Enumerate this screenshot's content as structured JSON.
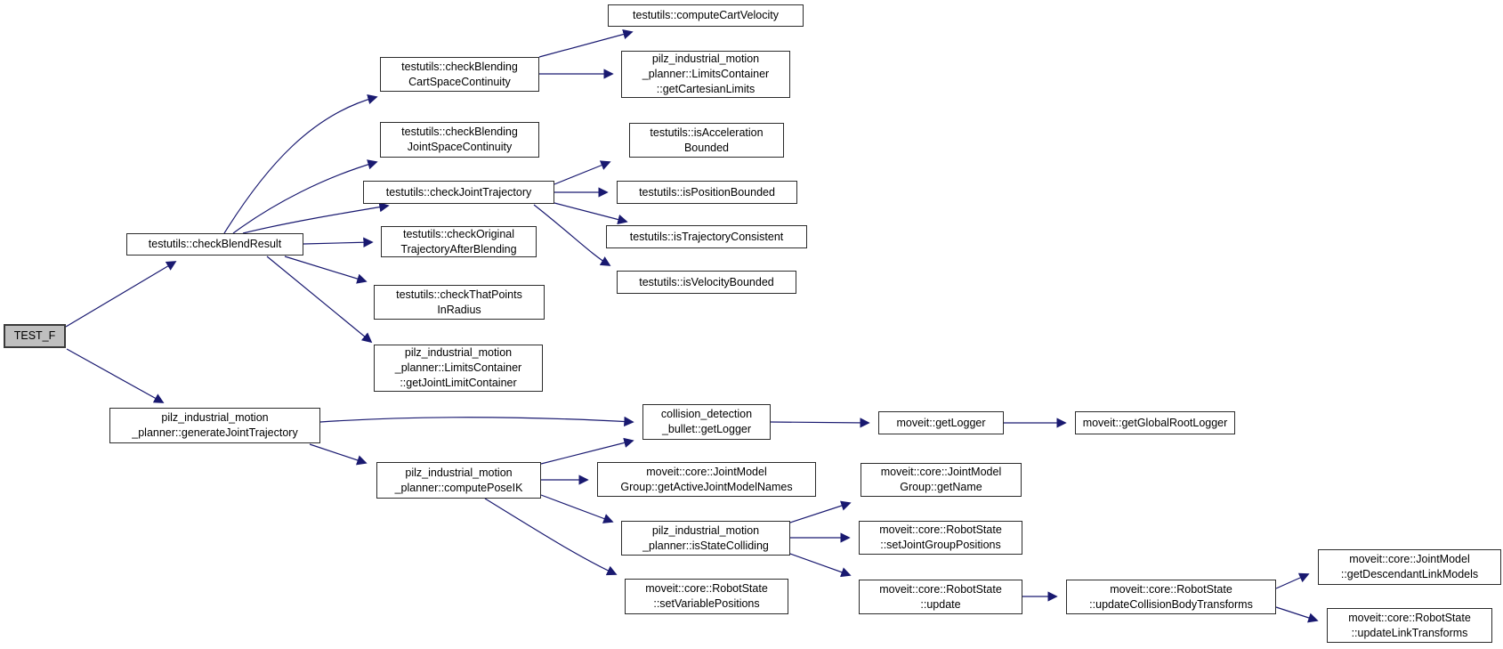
{
  "diagram": {
    "type": "call-graph",
    "edge_color": "#191970",
    "node_border_color": "#2b2b2b",
    "current_node_fill": "#bfbfbf",
    "nodes": [
      {
        "id": "test_f",
        "label": "TEST_F",
        "kind": "current"
      },
      {
        "id": "check_blend_result",
        "label": "testutils::checkBlendResult",
        "kind": "call"
      },
      {
        "id": "check_blending_cart_space_continuity",
        "label": "testutils::checkBlending\nCartSpaceContinuity",
        "kind": "call"
      },
      {
        "id": "check_blending_joint_space_continuity",
        "label": "testutils::checkBlending\nJointSpaceContinuity",
        "kind": "call"
      },
      {
        "id": "check_joint_trajectory",
        "label": "testutils::checkJointTrajectory",
        "kind": "call"
      },
      {
        "id": "check_original_trajectory_after_blending",
        "label": "testutils::checkOriginal\nTrajectoryAfterBlending",
        "kind": "call"
      },
      {
        "id": "check_that_points_in_radius",
        "label": "testutils::checkThatPoints\nInRadius",
        "kind": "call"
      },
      {
        "id": "get_joint_limit_container",
        "label": "pilz_industrial_motion\n_planner::LimitsContainer\n::getJointLimitContainer",
        "kind": "call"
      },
      {
        "id": "compute_cart_velocity",
        "label": "testutils::computeCartVelocity",
        "kind": "call"
      },
      {
        "id": "get_cartesian_limits",
        "label": "pilz_industrial_motion\n_planner::LimitsContainer\n::getCartesianLimits",
        "kind": "call"
      },
      {
        "id": "is_acceleration_bounded",
        "label": "testutils::isAcceleration\nBounded",
        "kind": "call"
      },
      {
        "id": "is_position_bounded",
        "label": "testutils::isPositionBounded",
        "kind": "call"
      },
      {
        "id": "is_trajectory_consistent",
        "label": "testutils::isTrajectoryConsistent",
        "kind": "call"
      },
      {
        "id": "is_velocity_bounded",
        "label": "testutils::isVelocityBounded",
        "kind": "call"
      },
      {
        "id": "generate_joint_trajectory",
        "label": "pilz_industrial_motion\n_planner::generateJointTrajectory",
        "kind": "call"
      },
      {
        "id": "collision_detection_bullet_get_logger",
        "label": "collision_detection\n_bullet::getLogger",
        "kind": "call"
      },
      {
        "id": "moveit_get_logger",
        "label": "moveit::getLogger",
        "kind": "call"
      },
      {
        "id": "moveit_get_global_root_logger",
        "label": "moveit::getGlobalRootLogger",
        "kind": "call"
      },
      {
        "id": "compute_pose_ik",
        "label": "pilz_industrial_motion\n_planner::computePoseIK",
        "kind": "call"
      },
      {
        "id": "get_active_joint_model_names",
        "label": "moveit::core::JointModel\nGroup::getActiveJointModelNames",
        "kind": "call"
      },
      {
        "id": "joint_model_group_get_name",
        "label": "moveit::core::JointModel\nGroup::getName",
        "kind": "call"
      },
      {
        "id": "is_state_colliding",
        "label": "pilz_industrial_motion\n_planner::isStateColliding",
        "kind": "call"
      },
      {
        "id": "set_joint_group_positions",
        "label": "moveit::core::RobotState\n::setJointGroupPositions",
        "kind": "call"
      },
      {
        "id": "set_variable_positions",
        "label": "moveit::core::RobotState\n::setVariablePositions",
        "kind": "call"
      },
      {
        "id": "robot_state_update",
        "label": "moveit::core::RobotState\n::update",
        "kind": "call"
      },
      {
        "id": "update_collision_body_transforms",
        "label": "moveit::core::RobotState\n::updateCollisionBodyTransforms",
        "kind": "call"
      },
      {
        "id": "get_descendant_link_models",
        "label": "moveit::core::JointModel\n::getDescendantLinkModels",
        "kind": "call"
      },
      {
        "id": "update_link_transforms",
        "label": "moveit::core::RobotState\n::updateLinkTransforms",
        "kind": "call"
      }
    ],
    "edges": [
      {
        "from": "test_f",
        "to": "check_blend_result"
      },
      {
        "from": "test_f",
        "to": "generate_joint_trajectory"
      },
      {
        "from": "check_blend_result",
        "to": "check_blending_cart_space_continuity"
      },
      {
        "from": "check_blend_result",
        "to": "check_blending_joint_space_continuity"
      },
      {
        "from": "check_blend_result",
        "to": "check_joint_trajectory"
      },
      {
        "from": "check_blend_result",
        "to": "check_original_trajectory_after_blending"
      },
      {
        "from": "check_blend_result",
        "to": "check_that_points_in_radius"
      },
      {
        "from": "check_blend_result",
        "to": "get_joint_limit_container"
      },
      {
        "from": "check_blending_cart_space_continuity",
        "to": "compute_cart_velocity"
      },
      {
        "from": "check_blending_cart_space_continuity",
        "to": "get_cartesian_limits"
      },
      {
        "from": "check_joint_trajectory",
        "to": "is_acceleration_bounded"
      },
      {
        "from": "check_joint_trajectory",
        "to": "is_position_bounded"
      },
      {
        "from": "check_joint_trajectory",
        "to": "is_trajectory_consistent"
      },
      {
        "from": "check_joint_trajectory",
        "to": "is_velocity_bounded"
      },
      {
        "from": "generate_joint_trajectory",
        "to": "collision_detection_bullet_get_logger"
      },
      {
        "from": "generate_joint_trajectory",
        "to": "compute_pose_ik"
      },
      {
        "from": "compute_pose_ik",
        "to": "collision_detection_bullet_get_logger"
      },
      {
        "from": "compute_pose_ik",
        "to": "get_active_joint_model_names"
      },
      {
        "from": "compute_pose_ik",
        "to": "is_state_colliding"
      },
      {
        "from": "compute_pose_ik",
        "to": "set_variable_positions"
      },
      {
        "from": "collision_detection_bullet_get_logger",
        "to": "moveit_get_logger"
      },
      {
        "from": "moveit_get_logger",
        "to": "moveit_get_global_root_logger"
      },
      {
        "from": "is_state_colliding",
        "to": "joint_model_group_get_name"
      },
      {
        "from": "is_state_colliding",
        "to": "set_joint_group_positions"
      },
      {
        "from": "is_state_colliding",
        "to": "robot_state_update"
      },
      {
        "from": "robot_state_update",
        "to": "update_collision_body_transforms"
      },
      {
        "from": "update_collision_body_transforms",
        "to": "get_descendant_link_models"
      },
      {
        "from": "update_collision_body_transforms",
        "to": "update_link_transforms"
      }
    ]
  }
}
